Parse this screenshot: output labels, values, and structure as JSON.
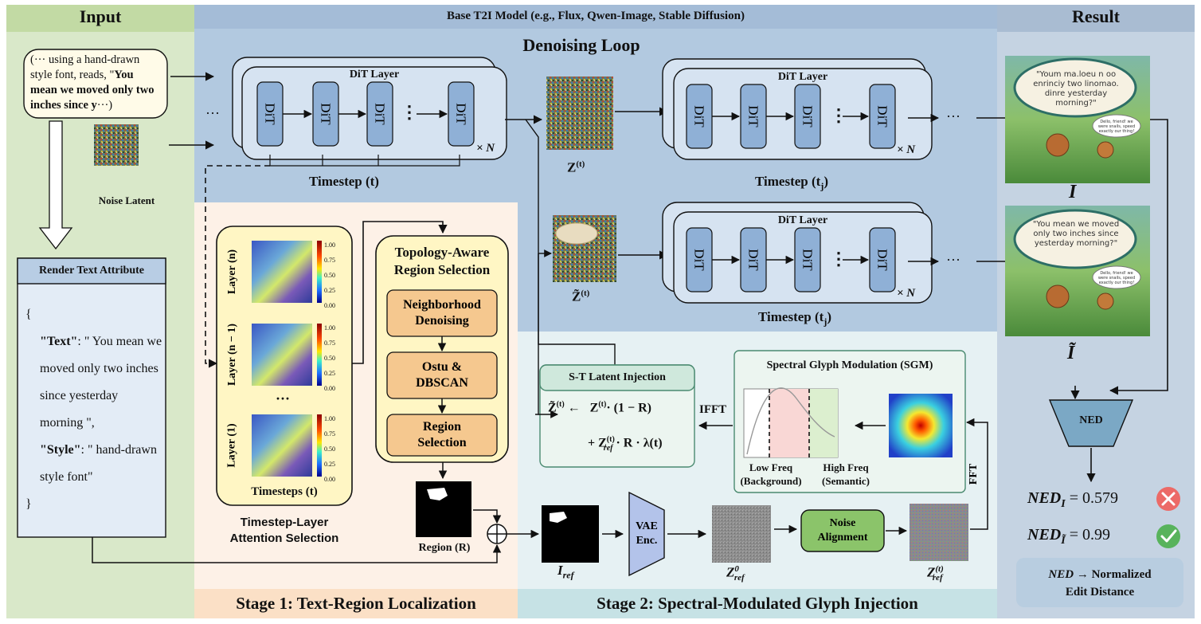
{
  "header": {
    "input": "Input",
    "base_model": "Base T2I Model (e.g., Flux, Qwen-Image, Stable Diffusion)",
    "result": "Result",
    "denoising_loop": "Denoising Loop"
  },
  "input": {
    "prompt_prefix": "(··· using a hand-drawn style font, reads, \"",
    "prompt_bold": "You mean we moved only two inches since y",
    "prompt_suffix": "···)",
    "noise_latent": "Noise Latent",
    "render_title": "Render Text Attribute",
    "json_open": "{",
    "text_key": "\"Text\"",
    "text_val": ": \" You mean we moved only two inches since yesterday morning \",",
    "style_key": "\"Style\"",
    "style_val": ": \" hand-drawn style font\"",
    "json_close": "}"
  },
  "dit": {
    "layer_label": "DiT  Layer",
    "block": "DiT",
    "times_n": "× N",
    "ellipsis": "···",
    "dots": "⋮",
    "timestep_t": "Timestep (t)",
    "timestep_tj": "Timestep (t",
    "tj_sub": "j",
    "tj_close": ")"
  },
  "latents": {
    "z_t": "Z",
    "z_sup": "(t)",
    "z_tilde": "Z̃",
    "result_i": "I",
    "result_i_tilde": "Ĩ"
  },
  "stage1": {
    "layer_n": "Layer (n)",
    "layer_n1": "Layer (n − 1)",
    "layer_1": "Layer (1)",
    "ellipsis": "···",
    "timesteps": "Timesteps (t)",
    "colorbar_ticks": [
      "1.00",
      "0.75",
      "0.50",
      "0.25",
      "0.00"
    ],
    "attention_caption_1": "Timestep-Layer",
    "attention_caption_2": "Attention Selection",
    "topology_title_1": "Topology-Aware",
    "topology_title_2": "Region Selection",
    "step1_1": "Neighborhood",
    "step1_2": "Denoising",
    "step2_1": "Ostu &",
    "step2_2": "DBSCAN",
    "step3_1": "Region",
    "step3_2": "Selection",
    "region_label": "Region (R)",
    "stage_label": "Stage 1: Text-Region Localization"
  },
  "stage2": {
    "injection_title": "S-T Latent Injection",
    "eq_lhs": "Z̃",
    "eq_sup": "(t)",
    "eq_arrow": "←",
    "eq_t1": "Z",
    "eq_t1b": "· (1 − R)",
    "eq_t2": "+ Z",
    "eq_ref": "ref",
    "eq_t2b": "· R · λ(t)",
    "ifft": "IFFT",
    "fft": "FFT",
    "sgm_title": "Spectral Glyph Modulation (SGM)",
    "low_freq": "Low Freq",
    "low_freq_sub": "(Background)",
    "high_freq": "High Freq",
    "high_freq_sub": "(Semantic)",
    "i_ref": "I",
    "vae_1": "VAE",
    "vae_2": "Enc.",
    "z_ref0": "Z",
    "z_ref0_sup": "0",
    "noise_align_1": "Noise",
    "noise_align_2": "Alignment",
    "z_reft_sup": "(t)",
    "stage_label": "Stage 2: Spectral-Modulated Glyph Injection"
  },
  "result": {
    "bubble_top": "\"Youm ma.loeu n oo enrinciy two linomao. dinre yesterday morning?\"",
    "bubble_bottom": "\"You mean we moved only two inches since yesterday morning?\"",
    "small_bubble": "Dello, friend! we were snails, speed exactly our thing!",
    "ned": "NED",
    "ned_i_label": "NED",
    "ned_i_sub": "I",
    "ned_i_value": "= 0.579",
    "ned_it_sub": "Ĩ",
    "ned_it_value": "= 0.99",
    "legend_1": "NED",
    "legend_arrow": " → Normalized",
    "legend_2": "Edit Distance"
  },
  "colors": {
    "input_bg": "#d9e8c9",
    "base_bg": "#b2c9e0",
    "result_bg": "#c5d3e2",
    "stage1_bg": "#fdf1e7",
    "stage2_bg": "#e6f1f3",
    "yellow_box": "#fff6c4",
    "orange_box": "#f5c88f",
    "green_btn": "#8bc46a",
    "ned_fill": "#7ba8c5",
    "red_x": "#ec6a67",
    "green_check": "#58b35c"
  }
}
